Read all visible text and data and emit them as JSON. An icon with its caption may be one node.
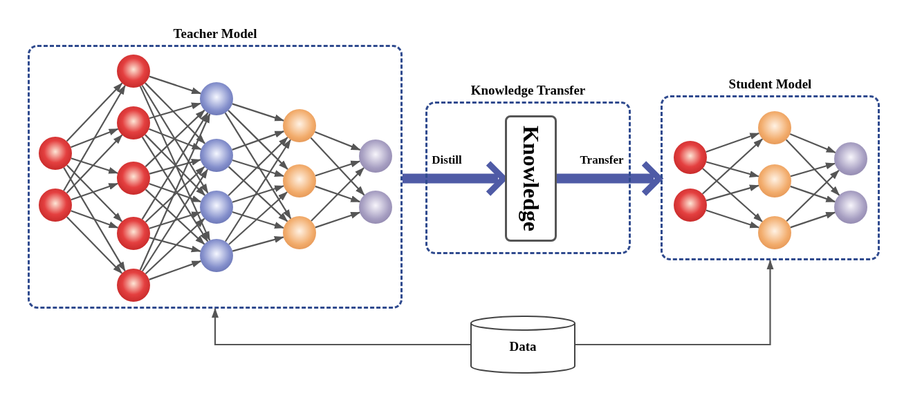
{
  "diagram": {
    "nodes": [
      {
        "text": [
          "Teacher Model"
        ]
      },
      {
        "text": [],
        "shape": "circle",
        "in": 0
      },
      {
        "text": [],
        "shape": "circle",
        "in": 0
      },
      {
        "text": [],
        "shape": "circle",
        "in": 0
      },
      {
        "text": [],
        "shape": "circle",
        "in": 0
      },
      {
        "text": [],
        "shape": "circle",
        "in": 0
      },
      {
        "text": [],
        "shape": "circle",
        "in": 0
      },
      {
        "text": [],
        "shape": "circle",
        "in": 0
      },
      {
        "text": [],
        "shape": "circle",
        "in": 0
      },
      {
        "text": [],
        "shape": "circle",
        "in": 0
      },
      {
        "text": [],
        "shape": "circle",
        "in": 0
      },
      {
        "text": [],
        "shape": "circle",
        "in": 0
      },
      {
        "text": [],
        "shape": "circle",
        "in": 0
      },
      {
        "text": [],
        "shape": "circle",
        "in": 0
      },
      {
        "text": [],
        "shape": "circle",
        "in": 0
      },
      {
        "text": [],
        "shape": "circle",
        "in": 0
      },
      {
        "text": [],
        "shape": "circle",
        "in": 0
      },
      {
        "text": [
          "Knowledge Transfer"
        ]
      },
      {
        "text": [
          "Knowledge"
        ],
        "in": 17
      },
      {
        "text": [
          "Student Model"
        ]
      },
      {
        "text": [],
        "shape": "circle",
        "in": 19
      },
      {
        "text": [],
        "shape": "circle",
        "in": 19
      },
      {
        "text": [],
        "shape": "circle",
        "in": 19
      },
      {
        "text": [],
        "shape": "circle",
        "in": 19
      },
      {
        "text": [],
        "shape": "circle",
        "in": 19
      },
      {
        "text": [],
        "shape": "circle",
        "in": 19
      },
      {
        "text": [],
        "shape": "circle",
        "in": 19
      },
      {
        "text": [
          "Data"
        ]
      }
    ],
    "edges": [
      {
        "from": 1,
        "to": 3,
        "arrow": "to"
      },
      {
        "from": 1,
        "to": 4,
        "arrow": "to"
      },
      {
        "from": 1,
        "to": 5,
        "arrow": "to"
      },
      {
        "from": 1,
        "to": 6,
        "arrow": "to"
      },
      {
        "from": 1,
        "to": 7,
        "arrow": "to"
      },
      {
        "from": 2,
        "to": 3,
        "arrow": "to"
      },
      {
        "from": 2,
        "to": 4,
        "arrow": "to"
      },
      {
        "from": 2,
        "to": 5,
        "arrow": "to"
      },
      {
        "from": 2,
        "to": 6,
        "arrow": "to"
      },
      {
        "from": 2,
        "to": 7,
        "arrow": "to"
      },
      {
        "from": 3,
        "to": 8,
        "arrow": "to"
      },
      {
        "from": 3,
        "to": 9,
        "arrow": "to"
      },
      {
        "from": 3,
        "to": 10,
        "arrow": "to"
      },
      {
        "from": 3,
        "to": 11,
        "arrow": "to"
      },
      {
        "from": 4,
        "to": 8,
        "arrow": "to"
      },
      {
        "from": 4,
        "to": 9,
        "arrow": "to"
      },
      {
        "from": 4,
        "to": 10,
        "arrow": "to"
      },
      {
        "from": 4,
        "to": 11,
        "arrow": "to"
      },
      {
        "from": 5,
        "to": 8,
        "arrow": "to"
      },
      {
        "from": 5,
        "to": 9,
        "arrow": "to"
      },
      {
        "from": 5,
        "to": 10,
        "arrow": "to"
      },
      {
        "from": 5,
        "to": 11,
        "arrow": "to"
      },
      {
        "from": 6,
        "to": 8,
        "arrow": "to"
      },
      {
        "from": 6,
        "to": 9,
        "arrow": "to"
      },
      {
        "from": 6,
        "to": 10,
        "arrow": "to"
      },
      {
        "from": 6,
        "to": 11,
        "arrow": "to"
      },
      {
        "from": 7,
        "to": 8,
        "arrow": "to"
      },
      {
        "from": 7,
        "to": 9,
        "arrow": "to"
      },
      {
        "from": 7,
        "to": 10,
        "arrow": "to"
      },
      {
        "from": 7,
        "to": 11,
        "arrow": "to"
      },
      {
        "from": 8,
        "to": 12,
        "arrow": "to"
      },
      {
        "from": 8,
        "to": 13,
        "arrow": "to"
      },
      {
        "from": 8,
        "to": 14,
        "arrow": "to"
      },
      {
        "from": 9,
        "to": 12,
        "arrow": "to"
      },
      {
        "from": 9,
        "to": 13,
        "arrow": "to"
      },
      {
        "from": 9,
        "to": 14,
        "arrow": "to"
      },
      {
        "from": 10,
        "to": 12,
        "arrow": "to"
      },
      {
        "from": 10,
        "to": 13,
        "arrow": "to"
      },
      {
        "from": 10,
        "to": 14,
        "arrow": "to"
      },
      {
        "from": 11,
        "to": 12,
        "arrow": "to"
      },
      {
        "from": 11,
        "to": 13,
        "arrow": "to"
      },
      {
        "from": 11,
        "to": 14,
        "arrow": "to"
      },
      {
        "from": 12,
        "to": 15,
        "arrow": "to"
      },
      {
        "from": 12,
        "to": 16,
        "arrow": "to"
      },
      {
        "from": 13,
        "to": 15,
        "arrow": "to"
      },
      {
        "from": 13,
        "to": 16,
        "arrow": "to"
      },
      {
        "from": 14,
        "to": 15,
        "arrow": "to"
      },
      {
        "from": 14,
        "to": 16,
        "arrow": "to"
      },
      {
        "from": 20,
        "to": 22,
        "arrow": "to"
      },
      {
        "from": 20,
        "to": 23,
        "arrow": "to"
      },
      {
        "from": 20,
        "to": 24,
        "arrow": "to"
      },
      {
        "from": 21,
        "to": 22,
        "arrow": "to"
      },
      {
        "from": 21,
        "to": 23,
        "arrow": "to"
      },
      {
        "from": 21,
        "to": 24,
        "arrow": "to"
      },
      {
        "from": 22,
        "to": 25,
        "arrow": "to"
      },
      {
        "from": 22,
        "to": 26,
        "arrow": "to"
      },
      {
        "from": 23,
        "to": 25,
        "arrow": "to"
      },
      {
        "from": 23,
        "to": 26,
        "arrow": "to"
      },
      {
        "from": 24,
        "to": 25,
        "arrow": "to"
      },
      {
        "from": 24,
        "to": 26,
        "arrow": "to"
      },
      {
        "from": 0,
        "to": 18,
        "arrow": "to",
        "label": "Distill",
        "style": "thick",
        "color": "#4f5ba6"
      },
      {
        "from": 18,
        "to": 19,
        "arrow": "to",
        "label": "Transfer",
        "style": "thick",
        "color": "#4f5ba6"
      },
      {
        "from": 27,
        "to": 0,
        "arrow": "to"
      },
      {
        "from": 27,
        "to": 19,
        "arrow": "to"
      }
    ]
  }
}
